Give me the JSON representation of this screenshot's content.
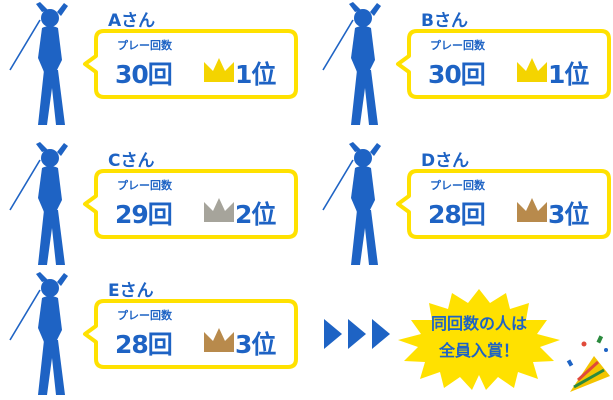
{
  "players": [
    {
      "name": "Aさん",
      "plays_label": "プレー回数",
      "plays": "30回",
      "rank": "1位",
      "crown": "gold-crown-icon",
      "crown_color": "#f4d400"
    },
    {
      "name": "Bさん",
      "plays_label": "プレー回数",
      "plays": "30回",
      "rank": "1位",
      "crown": "gold-crown-icon",
      "crown_color": "#f4d400"
    },
    {
      "name": "Cさん",
      "plays_label": "プレー回数",
      "plays": "29回",
      "rank": "2位",
      "crown": "silver-crown-icon",
      "crown_color": "#a6a49b"
    },
    {
      "name": "Dさん",
      "plays_label": "プレー回数",
      "plays": "28回",
      "rank": "3位",
      "crown": "bronze-crown-icon",
      "crown_color": "#b88a4c"
    },
    {
      "name": "Eさん",
      "plays_label": "プレー回数",
      "plays": "28回",
      "rank": "3位",
      "crown": "bronze-crown-icon",
      "crown_color": "#b88a4c"
    }
  ],
  "note": {
    "line1": "同回数の人は",
    "line2": "全員入賞！"
  },
  "colors": {
    "brand_blue": "#1e63c4",
    "bubble_border": "#ffe100",
    "burst_yellow": "#ffe100"
  }
}
